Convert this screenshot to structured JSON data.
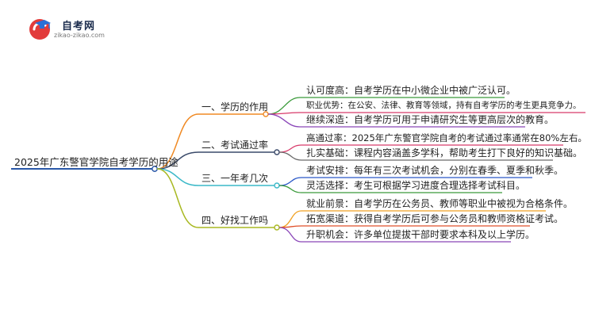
{
  "brand": {
    "name": "自考网",
    "url": "zikao-zikao.com"
  },
  "mindmap": {
    "root": "2025年广东警官学院自考学历的用途",
    "branches": [
      {
        "label": "一、学历的作用",
        "color": "#f08a24",
        "leaves": [
          {
            "text": "认可度高：自考学历在中小微企业中被广泛认可。",
            "color": "#3a9a3a"
          },
          {
            "text": "职业优势：在公安、法律、教育等领域，持有自考学历的考生更具竞争力。",
            "color": "#d83a6a"
          },
          {
            "text": "继续深造：自考学历可用于申请研究生等更高层次的教育。",
            "color": "#8a46b8"
          }
        ]
      },
      {
        "label": "二、考试通过率",
        "color": "#3a4a6a",
        "leaves": [
          {
            "text": "高通过率：2025年广东警官学院自考的考试通过率通常在80%左右。",
            "color": "#d83a6a"
          },
          {
            "text": "扎实基础：课程内容涵盖多学科，帮助考生打下良好的知识基础。",
            "color": "#6a6a6a"
          }
        ]
      },
      {
        "label": "三、一年考几次",
        "color": "#3ab8c8",
        "leaves": [
          {
            "text": "考试安排：每年有三次考试机会，分别在春季、夏季和秋季。",
            "color": "#2a58c8"
          },
          {
            "text": "灵活选择：考生可根据学习进度合理选择考试科目。",
            "color": "#3a9a3a"
          }
        ]
      },
      {
        "label": "四、好找工作吗",
        "color": "#a8b820",
        "leaves": [
          {
            "text": "就业前景：自考学历在公务员、教师等职业中被视为合格条件。",
            "color": "#f0a020"
          },
          {
            "text": "拓宽渠道：获得自考学历后可参与公务员和教师资格证考试。",
            "color": "#e0502a"
          },
          {
            "text": "升职机会：许多单位提拔干部时要求本科及以上学历。",
            "color": "#8a46b8"
          }
        ]
      }
    ]
  }
}
